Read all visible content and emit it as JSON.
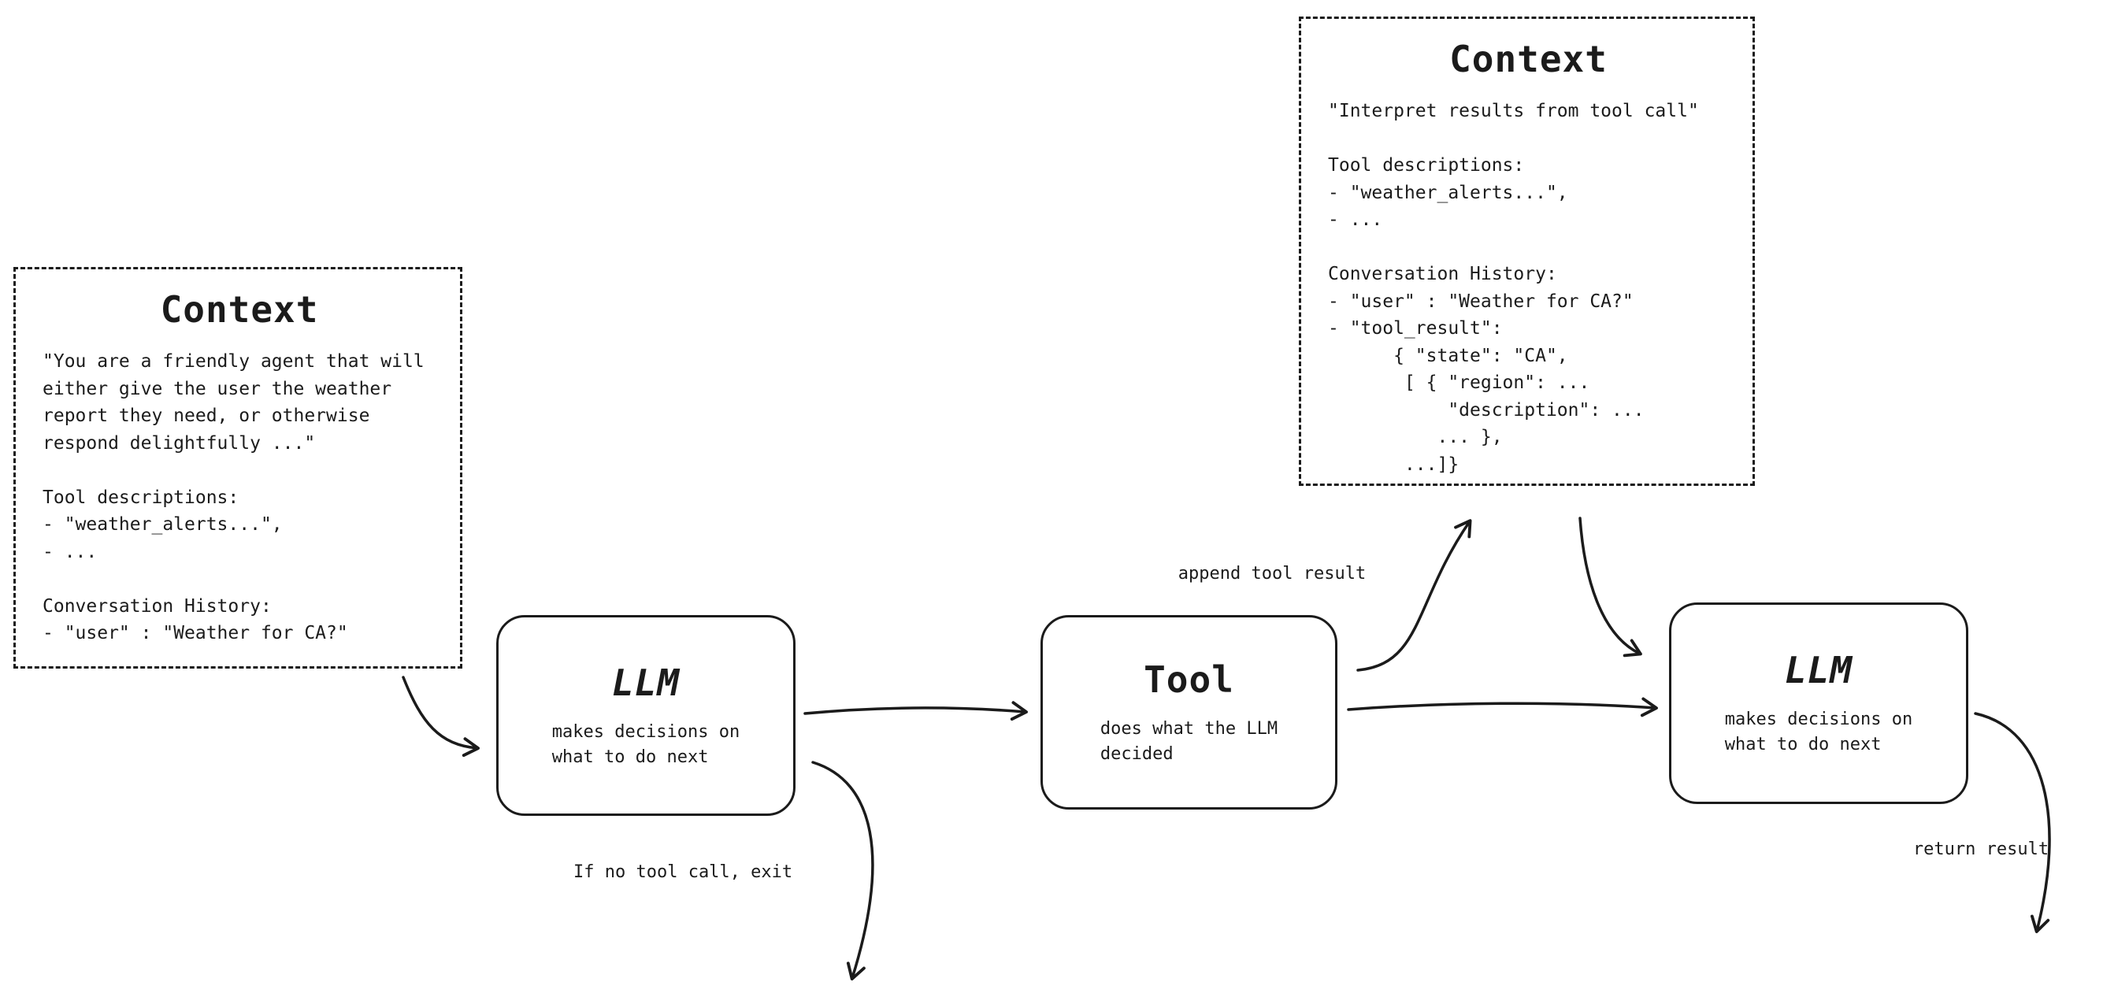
{
  "canvas": {
    "background": "#ffffff",
    "ink": "#1b1b1b"
  },
  "boxes": {
    "context_left": {
      "title": "Context",
      "body": [
        "\"You are a friendly agent that will",
        "either give the user the weather",
        "report they need, or otherwise",
        "respond delightfully ...\"",
        "",
        "Tool descriptions:",
        "- \"weather_alerts...\",",
        "- ...",
        "",
        "Conversation History:",
        "- \"user\" : \"Weather for CA?\""
      ]
    },
    "context_top": {
      "title": "Context",
      "body": [
        "\"Interpret results from tool call\"",
        "",
        "Tool descriptions:",
        "- \"weather_alerts...\",",
        "- ...",
        "",
        "Conversation History:",
        "- \"user\" : \"Weather for CA?\"",
        "- \"tool_result\":",
        "      { \"state\": \"CA\",",
        "       [ { \"region\": ...",
        "           \"description\": ...",
        "          ... },",
        "       ...]}"
      ]
    },
    "llm_first": {
      "title": "LLM",
      "subtitle": [
        "makes decisions on",
        "what to do next"
      ]
    },
    "tool": {
      "title": "Tool",
      "subtitle": [
        "does what the LLM",
        "decided"
      ]
    },
    "llm_second": {
      "title": "LLM",
      "subtitle": [
        "makes decisions on",
        "what to do next"
      ]
    }
  },
  "labels": {
    "append_tool_result": "append tool result",
    "no_tool_exit": "If no tool call, exit",
    "return_result": "return result"
  }
}
